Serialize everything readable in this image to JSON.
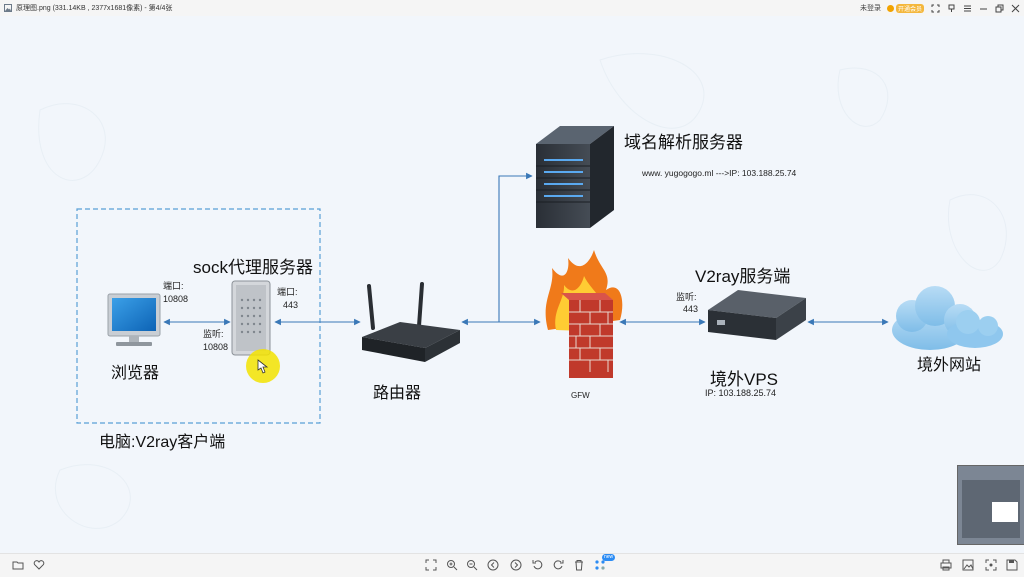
{
  "titlebar": {
    "title": "原理图.png (331.14KB , 2377x1681像素) - 第4/4张",
    "login": "未登录",
    "vip": "开通会员"
  },
  "diagram": {
    "dns_server": "域名解析服务器",
    "dns_record": "www. yugogogo.ml    --->IP: 103.188.25.74",
    "sock_proxy": "sock代理服务器",
    "browser": "浏览器",
    "browser_port_label": "端口:",
    "browser_port": "10808",
    "listen_label": "监听:",
    "listen_port": "10808",
    "proxy_port_label": "端口:",
    "proxy_port": "443",
    "router": "路由器",
    "firewall": "GFW",
    "v2ray_server": "V2ray服务端",
    "vps_listen_label": "监听:",
    "vps_listen_port": "443",
    "vps": "境外VPS",
    "vps_ip": "IP: 103.188.25.74",
    "website": "境外网站",
    "client_box": "电脑:V2ray客户端"
  },
  "bottom": {
    "new_badge": "new"
  },
  "colors": {
    "arrow": "#3a78b7",
    "dashed_box": "#5a9fd6",
    "canvas_bg": "#f2f6fb"
  }
}
